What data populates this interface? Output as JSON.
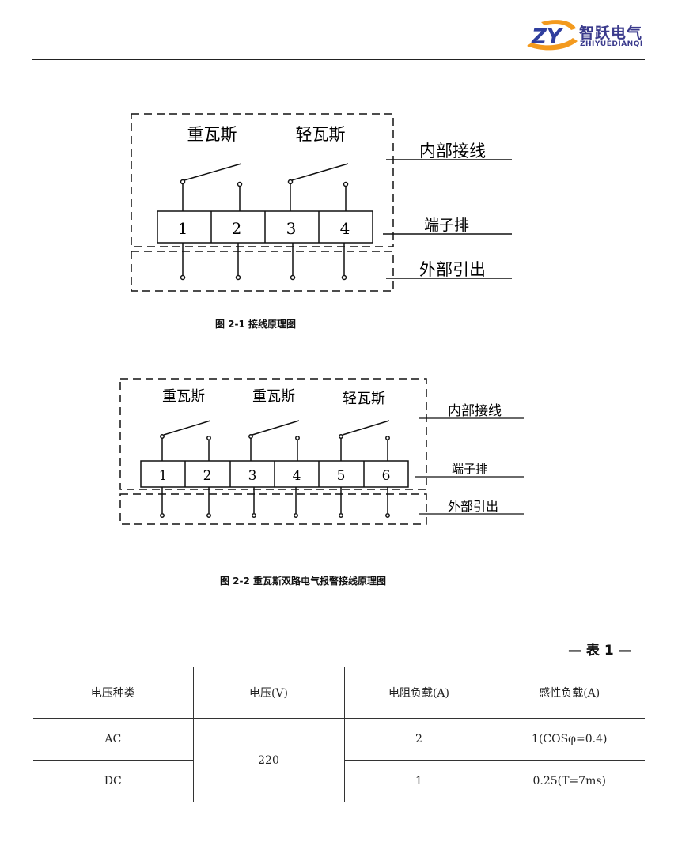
{
  "header": {
    "brand_cn": "智跃电气",
    "brand_en": "ZHIYUEDIANQI",
    "logo_mark": "ZY",
    "logo_colors": {
      "blue": "#2f3e9e",
      "orange": "#f39a1e",
      "purple": "#3a3a8c"
    }
  },
  "figure1": {
    "switch_labels": [
      "重瓦斯",
      "轻瓦斯"
    ],
    "terminals": [
      "1",
      "2",
      "3",
      "4"
    ],
    "side_labels": {
      "internal": "内部接线",
      "terminal_block": "端子排",
      "external": "外部引出"
    },
    "caption": "图 2-1 接线原理图"
  },
  "figure2": {
    "switch_labels": [
      "重瓦斯",
      "重瓦斯",
      "轻瓦斯"
    ],
    "terminals": [
      "1",
      "2",
      "3",
      "4",
      "5",
      "6"
    ],
    "side_labels": {
      "internal": "内部接线",
      "terminal_block": "端子排",
      "external": "外部引出"
    },
    "caption": "图 2-2 重瓦斯双路电气报警接线原理图"
  },
  "table": {
    "label": "— 表 1 —",
    "headers": [
      "电压种类",
      "电压(V)",
      "电阻负载(A)",
      "感性负载(A)"
    ],
    "voltage": "220",
    "rows": [
      {
        "type": "AC",
        "resistive": "2",
        "inductive": "1(COSφ=0.4)"
      },
      {
        "type": "DC",
        "resistive": "1",
        "inductive": "0.25(T=7ms)"
      }
    ]
  }
}
